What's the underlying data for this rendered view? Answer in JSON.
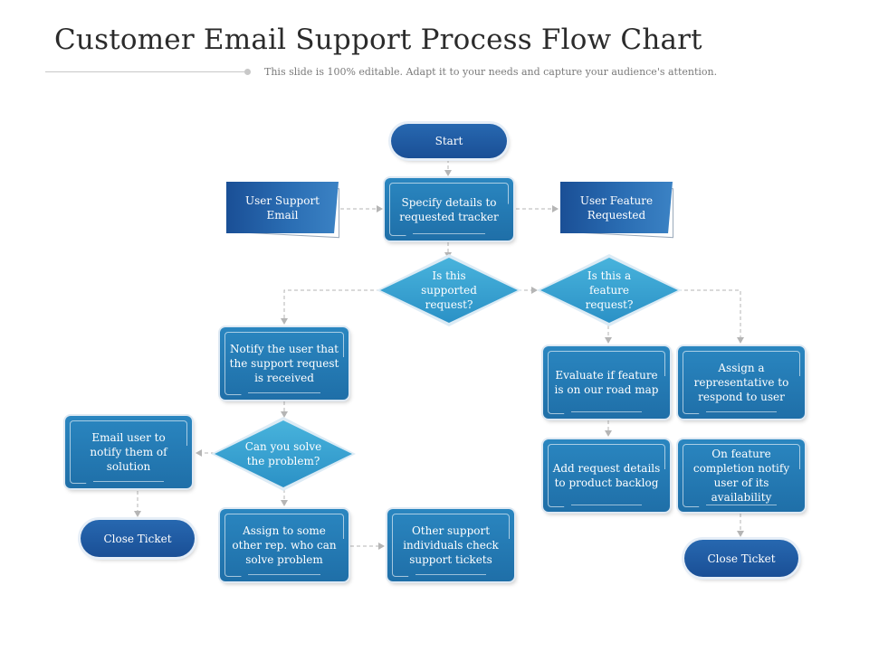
{
  "header": {
    "title": "Customer Email Support Process Flow Chart",
    "subtitle": "This slide is 100% editable. Adapt it to your needs and capture your audience's attention."
  },
  "nodes": {
    "start": "Start",
    "user_support_email": "User Support Email",
    "specify_details": "Specify details to requested tracker",
    "user_feature_requested": "User Feature Requested",
    "is_supported": "Is this supported request?",
    "is_feature": "Is this a feature request?",
    "notify_user": "Notify the user that the support request is received",
    "evaluate_feature": "Evaluate if feature is on our road map",
    "assign_representative": "Assign a representative to respond to user",
    "can_you_solve": "Can you solve the problem?",
    "email_user": "Email user to notify them of solution",
    "add_request": "Add request details to product backlog",
    "on_feature_completion": "On feature completion notify user of its availability",
    "close_ticket_left": "Close Ticket",
    "assign_other_rep": "Assign to some other rep. who can solve problem",
    "other_support": "Other support individuals check support tickets",
    "close_ticket_right": "Close Ticket"
  },
  "colors": {
    "pill": "#1a4f96",
    "box": "#2a86c0",
    "diamond": "#48b3dc",
    "connector": "#b5b5b5"
  }
}
